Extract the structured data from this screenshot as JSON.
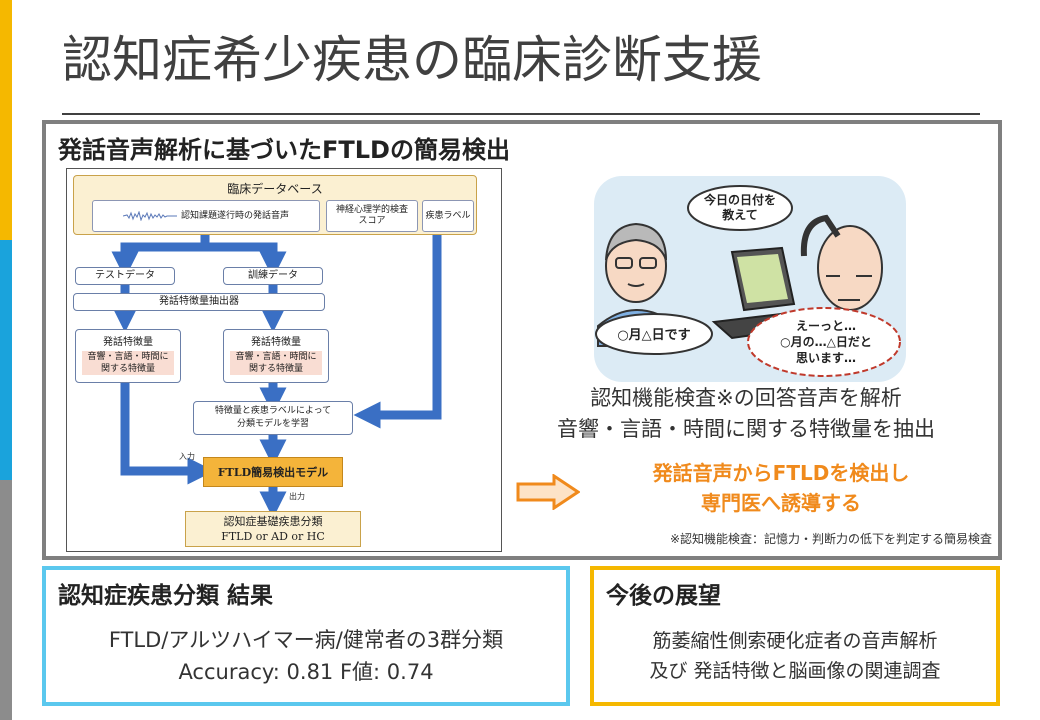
{
  "title": "認知症希少疾患の臨床診断支援",
  "main": {
    "heading": "発話音声解析に基づいたFTLDの簡易検出",
    "flowchart": {
      "db_title": "臨床データベース",
      "db_items": [
        "認知課題遂行時の発話音声",
        "神経心理学的検査\nスコア",
        "疾患ラベル"
      ],
      "test_data": "テストデータ",
      "train_data": "訓練データ",
      "extractor": "発話特徴量抽出器",
      "feat_title_left": "発話特徴量",
      "feat_detail_left": "音響・言語・時間に\n関する特徴量",
      "feat_title_right": "発話特徴量",
      "feat_detail_right": "音響・言語・時間に\n関する特徴量",
      "learn": "特徴量と疾患ラベルによって\n分類モデルを学習",
      "input_label": "入力",
      "output_label": "出力",
      "model": "FTLD簡易検出モデル",
      "output_line1": "認知症基礎疾患分類",
      "output_line2": "FTLD or AD or HC"
    },
    "illustration": {
      "question": "今日の日付を\n教えて",
      "answer_left": "○月△日です",
      "answer_right": "えーっと…\n○月の…△日だと\n思います…"
    },
    "desc_line1": "認知機能検査※の回答音声を解析",
    "desc_line2": "音響・言語・時間に関する特徴量を抽出",
    "conclusion_line1": "発話音声からFTLDを検出し",
    "conclusion_line2": "専門医へ誘導する",
    "footnote": "※認知機能検査：記憶力・判断力の低下を判定する簡易検査"
  },
  "result": {
    "title": "認知症疾患分類 結果",
    "line1": "FTLD/アルツハイマー病/健常者の3群分類",
    "line2": "Accuracy: 0.81 F値: 0.74"
  },
  "future": {
    "title": "今後の展望",
    "line1": "筋萎縮性側索硬化症者の音声解析",
    "line2": "及び 発話特徴と脳画像の関連調査"
  },
  "colors": {
    "accent_yellow": "#f5b800",
    "accent_blue": "#1aa3dc",
    "arrow_blue": "#3a6fc4",
    "orange": "#f08a1c"
  }
}
